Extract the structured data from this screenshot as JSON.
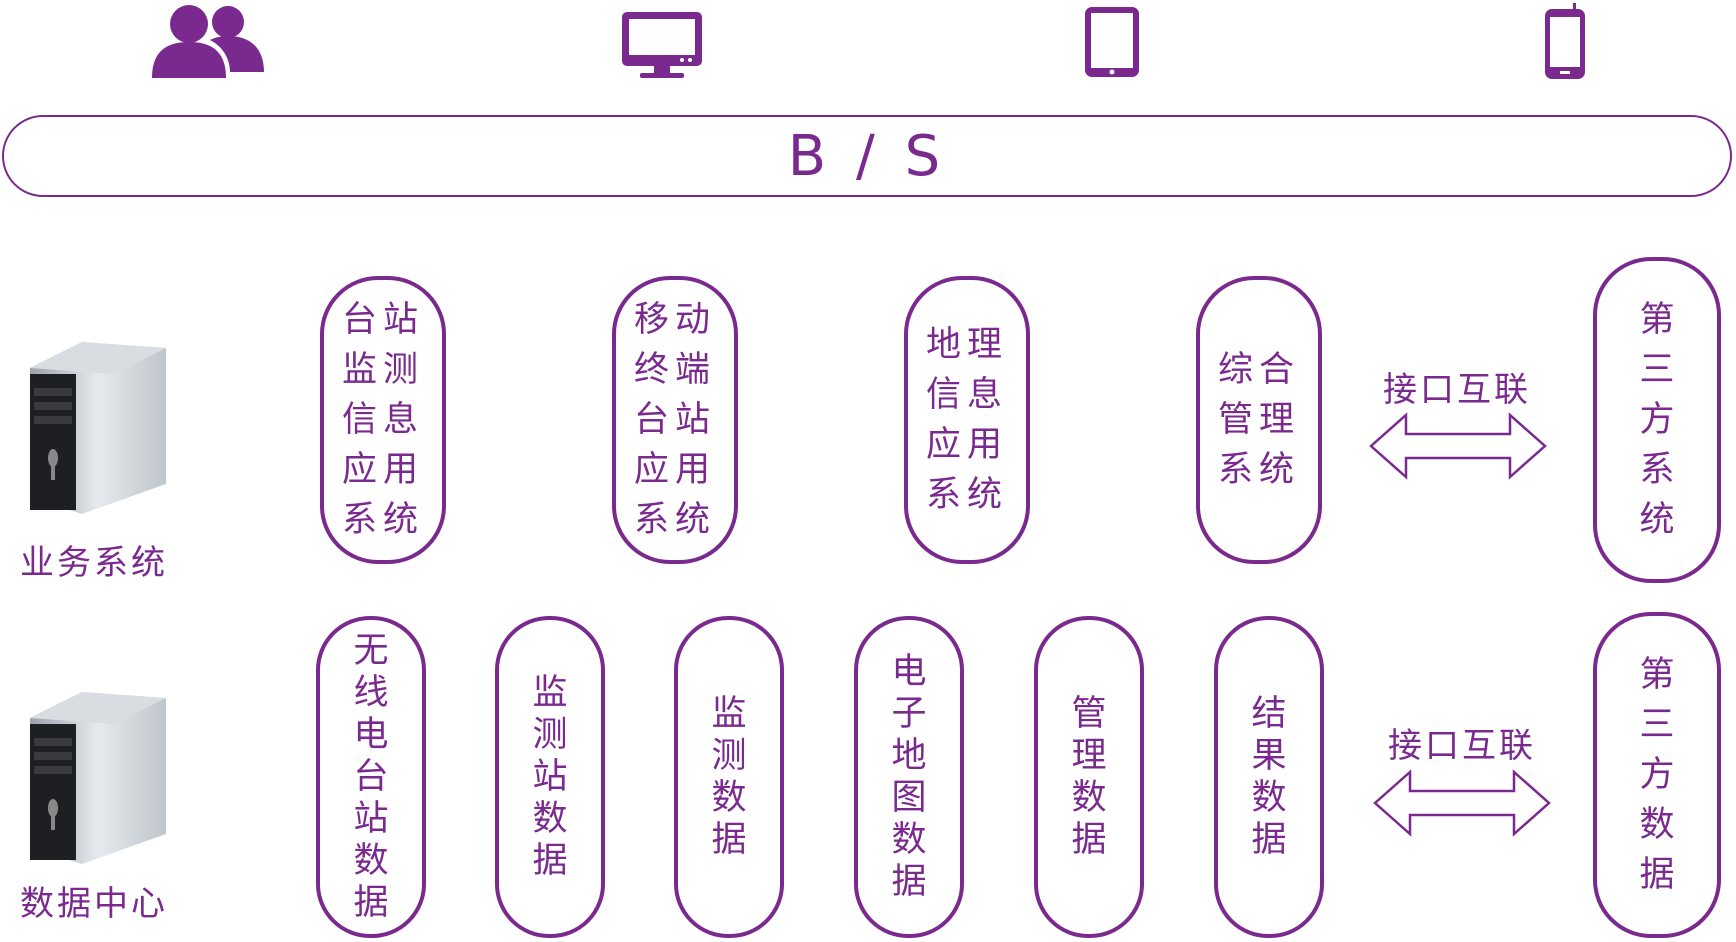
{
  "colors": {
    "accent": "#7a2a8e"
  },
  "client_icons": [
    "users-icon",
    "desktop-monitor-icon",
    "tablet-icon",
    "mobile-phone-icon"
  ],
  "bs_bar": {
    "label": "B / S"
  },
  "business_system": {
    "label": "业务系统",
    "items": [
      "台站\n监测\n信息\n应用\n系统",
      "移动\n终端\n台站\n应用\n系统",
      "地理\n信息\n应用\n系统",
      "综合\n管理\n系统"
    ],
    "interface_label": "接口互联",
    "third_party": "第\n三\n方\n系\n统"
  },
  "data_center": {
    "label": "数据中心",
    "items": [
      "无\n线\n电\n台\n站\n数\n据",
      "监\n测\n站\n数\n据",
      "监\n测\n数\n据",
      "电\n子\n地\n图\n数\n据",
      "管\n理\n数\n据",
      "结\n果\n数\n据"
    ],
    "interface_label": "接口互联",
    "third_party": "第\n三\n方\n数\n据"
  }
}
